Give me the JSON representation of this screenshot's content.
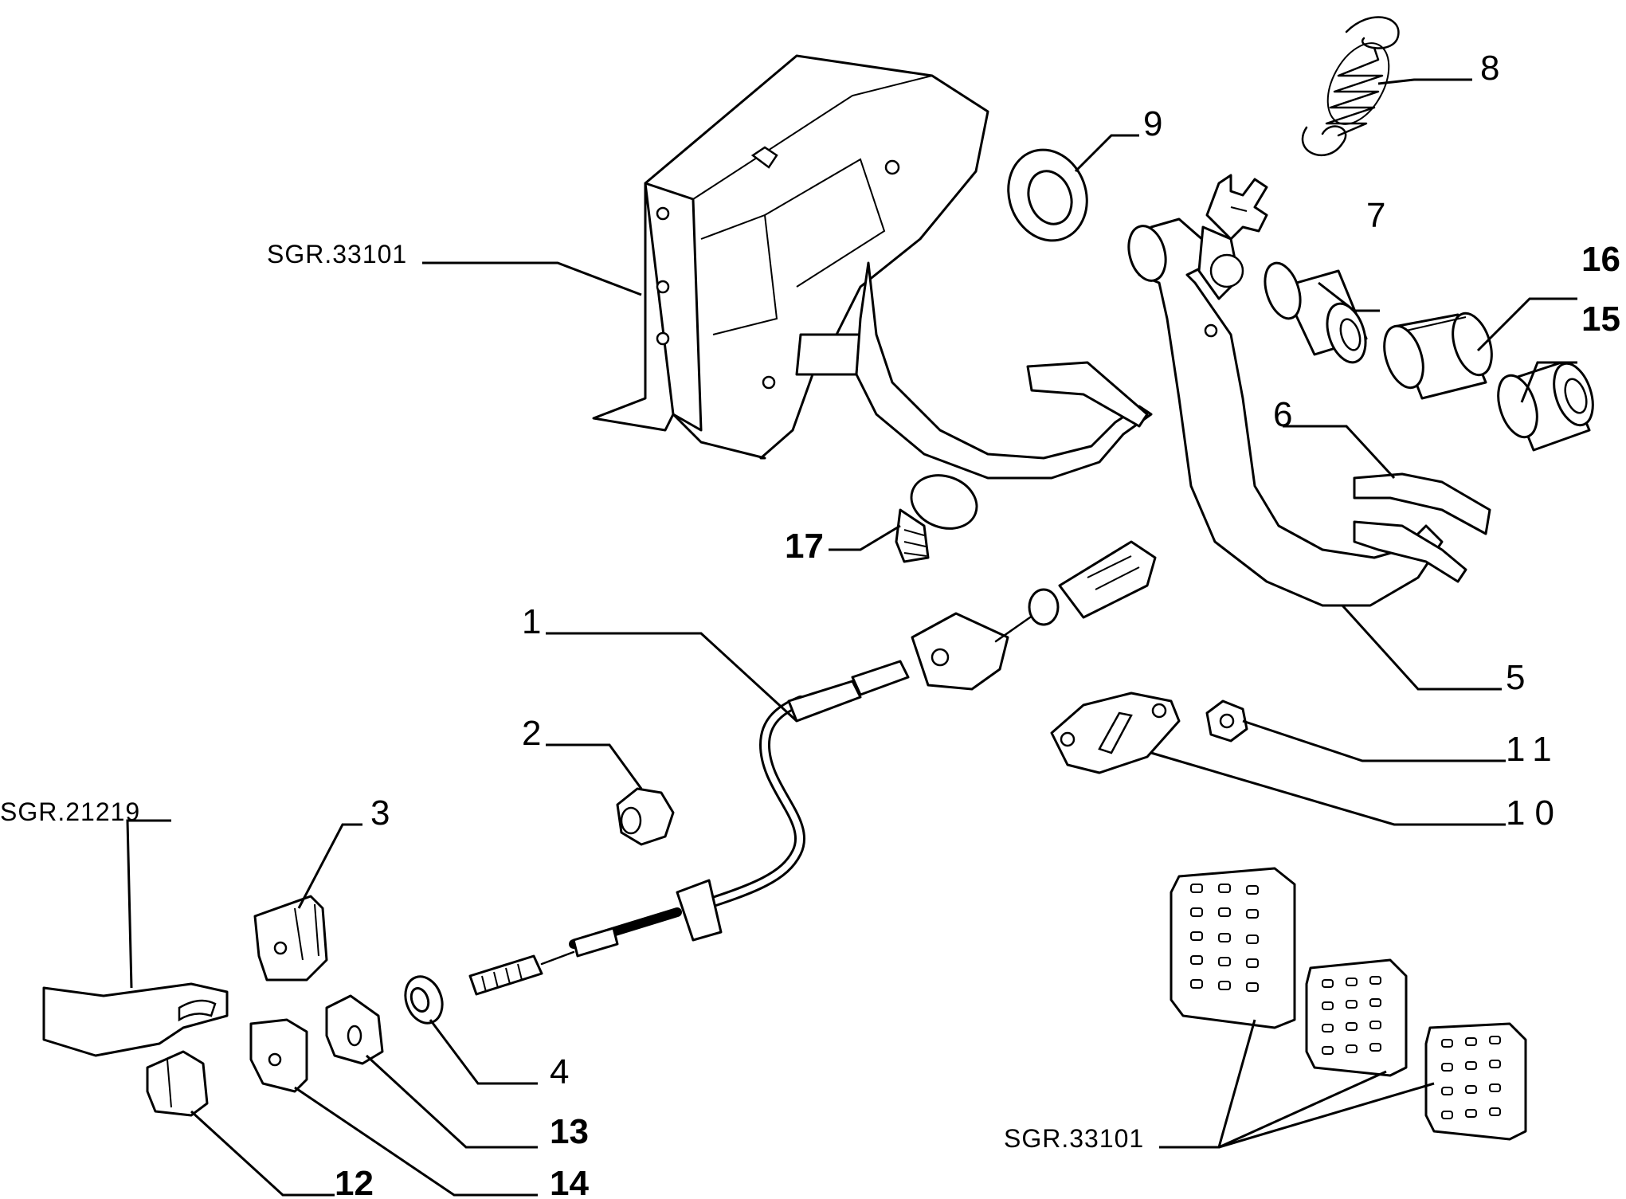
{
  "references": {
    "bracket": "SGR.33101",
    "mount": "SGR.21219",
    "pads": "SGR.33101"
  },
  "labels": {
    "p1": "1",
    "p2": "2",
    "p3": "3",
    "p4": "4",
    "p5": "5",
    "p6": "6",
    "p7": "7",
    "p8": "8",
    "p9": "9",
    "p10": "10",
    "p11": "11",
    "p12": "12",
    "p13": "13",
    "p14": "14",
    "p15": "15",
    "p16": "16",
    "p17": "17"
  }
}
